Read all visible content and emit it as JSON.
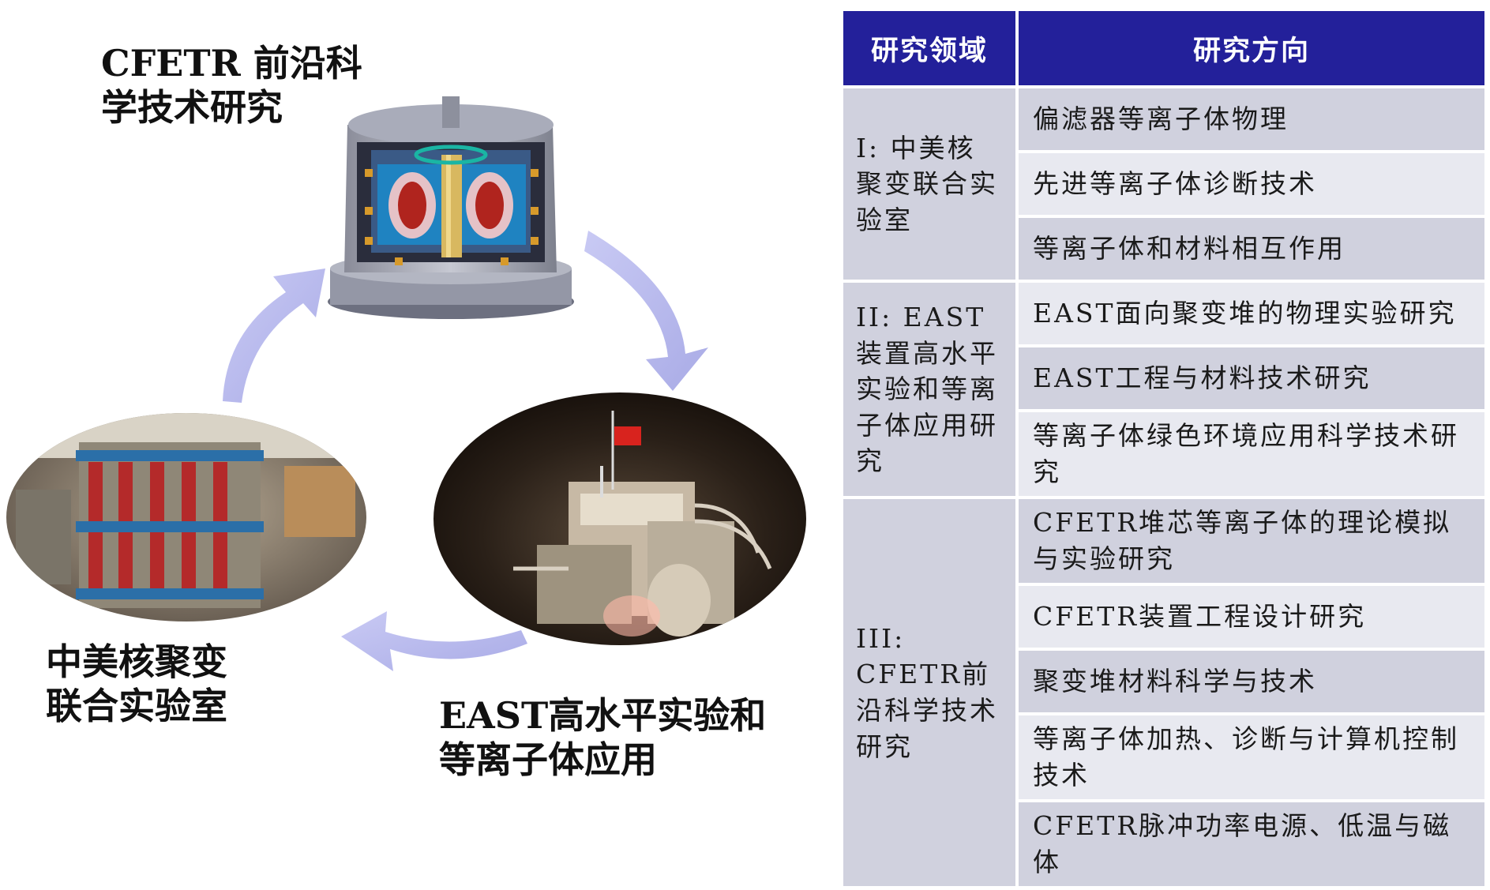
{
  "captions": {
    "cfetr": [
      "CFETR 前沿科",
      "学技术研究"
    ],
    "lab": [
      "中美核聚变",
      "联合实验室"
    ],
    "east": [
      "EAST高水平实验和",
      "等离子体应用"
    ]
  },
  "table": {
    "headers": [
      "研究领域",
      "研究方向"
    ],
    "groups": [
      {
        "area": "I: 中美核聚变联合实验室",
        "directions": [
          "偏滤器等离子体物理",
          "先进等离子体诊断技术",
          "等离子体和材料相互作用"
        ]
      },
      {
        "area": "II: EAST装置高水平实验和等离子体应用研究",
        "directions": [
          "EAST面向聚变堆的物理实验研究",
          "EAST工程与材料技术研究",
          "等离子体绿色环境应用科学技术研究"
        ]
      },
      {
        "area": "III: CFETR前沿科学技术研究",
        "directions": [
          "CFETR堆芯等离子体的理论模拟与实验研究",
          "CFETR装置工程设计研究",
          "聚变堆材料科学与技术",
          "等离子体加热、诊断与计算机控制技术",
          "CFETR脉冲功率电源、低温与磁体"
        ]
      }
    ]
  },
  "colors": {
    "header_bg": "#23209a",
    "row_dark": "#d0d1de",
    "row_light": "#e8e9f0",
    "arrow": "#b7b8ec"
  }
}
